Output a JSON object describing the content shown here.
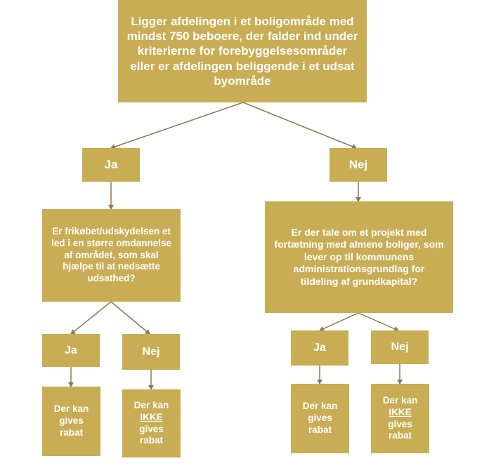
{
  "colors": {
    "box_fill": "#c8ad55",
    "text": "#ffffff",
    "connector": "#8b7a4a"
  },
  "question_main": "Ligger afdelingen i et boligområde med mindst 750 beboere, der falder ind under kriterierne for forebyggelsesområder eller er afdelingen beliggende i et udsat byområde",
  "branch_left": {
    "answer": "Ja",
    "question": "Er frikøbet/udskydelsen et led i en større omdannelse af området, som skal hjælpe til at nedsætte udsathed?",
    "yes_label": "Ja",
    "no_label": "Nej",
    "yes_result": "Der kan gives rabat",
    "no_result": {
      "before": "Der kan",
      "emph": "IKKE",
      "after": "gives rabat"
    }
  },
  "branch_right": {
    "answer": "Nej",
    "question": "Er der tale om et projekt med fortætning med almene boliger, som lever op til kommunens administrationsgrundlag for tildeling af grundkapital?",
    "yes_label": "Ja",
    "no_label": "Nej",
    "yes_result": "Der kan gives rabat",
    "no_result": {
      "before": "Der kan",
      "emph": "IKKE",
      "after": "gives rabat"
    }
  }
}
